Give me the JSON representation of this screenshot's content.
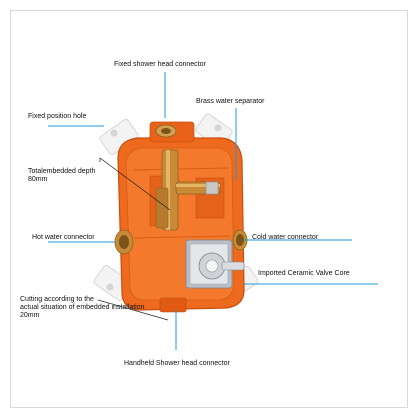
{
  "labels": {
    "fixed_shower_head_connector": "Fixed shower head connector",
    "brass_water_separator": "Brass water separator",
    "fixed_position_hole": "Fixed position hole",
    "total_embedded_depth_line1": "Totalembedded depth",
    "total_embedded_depth_line2": "80mm",
    "hot_water_connector": "Hot water connector",
    "cold_water_connector": "Cold water connector",
    "imported_ceramic_valve_core": "Imported Ceramic Valve Core",
    "cutting_line1": "Cutting according to the",
    "cutting_line2": "actual situation of embedded installation",
    "cutting_line3": "20mm",
    "handheld_shower_head_connector": "Handheld Shower head connector"
  },
  "colors": {
    "housing_orange": "#ee6a1f",
    "housing_dark": "#c94f0c",
    "leader_line": "#1f9bd6",
    "brass": "#c98a38",
    "chrome": "#b9bec4",
    "mount_tab": "#f2f2f2"
  }
}
